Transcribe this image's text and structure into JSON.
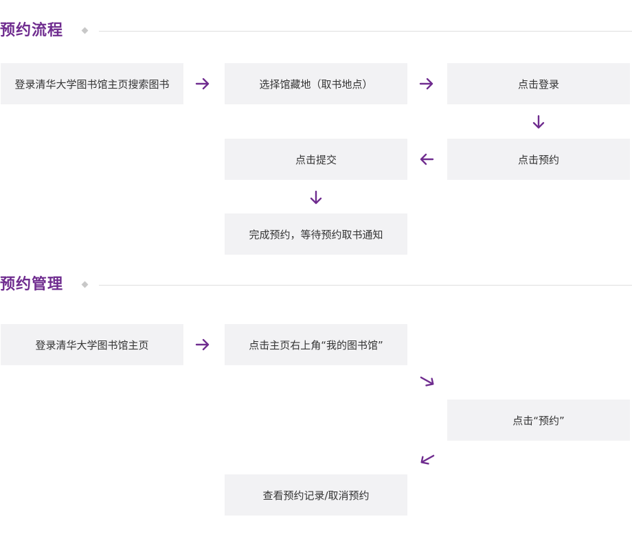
{
  "accent_color": "#6f2c8f",
  "reservation_process": {
    "title": "预约流程",
    "steps": [
      "登录清华大学图书馆主页搜索图书",
      "选择馆藏地（取书地点）",
      "点击登录",
      "点击预约",
      "点击提交",
      "完成预约，等待预约取书通知"
    ]
  },
  "reservation_management": {
    "title": "预约管理",
    "steps": [
      "登录清华大学图书馆主页",
      "点击主页右上角“我的图书馆”",
      "点击“预约”",
      "查看预约记录/取消预约"
    ]
  },
  "icons": {
    "right": "arrow-right-icon",
    "down": "arrow-down-icon",
    "left": "arrow-left-icon",
    "down_right": "arrow-down-right-icon",
    "down_left": "arrow-down-left-icon",
    "diamond": "diamond-icon"
  }
}
